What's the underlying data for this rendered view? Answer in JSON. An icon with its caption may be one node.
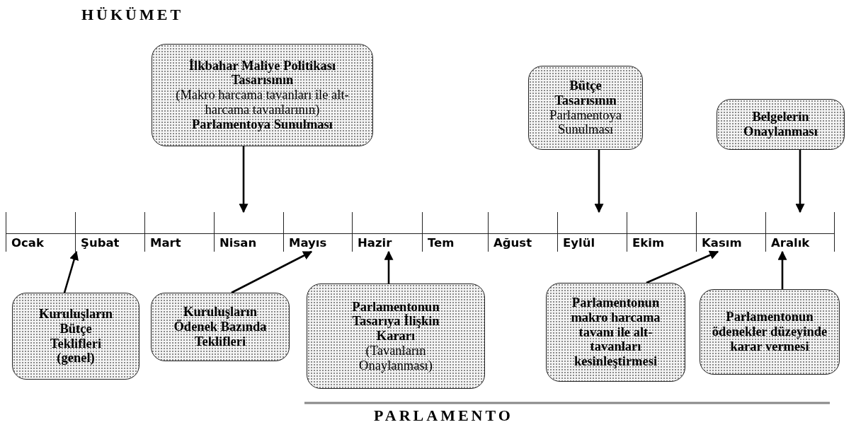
{
  "diagram": {
    "nodes": [
      {
        "text": [
          "İlkbahar Maliye Politikası Tasarısının",
          "(Makro harcama tavanları ile alt-harcama tavanlarının)",
          "Parlamentoya Sunulması"
        ]
      },
      {
        "text": [
          "Bütçe Tasarısının",
          "Parlamentoya Sunulması"
        ]
      },
      {
        "text": [
          "Belgelerin Onaylanması"
        ]
      },
      {
        "text": [
          "Ocak"
        ]
      },
      {
        "text": [
          "Şubat"
        ]
      },
      {
        "text": [
          "Mart"
        ]
      },
      {
        "text": [
          "Nisan"
        ]
      },
      {
        "text": [
          "Mayıs"
        ]
      },
      {
        "text": [
          "Hazir"
        ]
      },
      {
        "text": [
          "Tem"
        ]
      },
      {
        "text": [
          "Ağust"
        ]
      },
      {
        "text": [
          "Eylül"
        ]
      },
      {
        "text": [
          "Ekim"
        ]
      },
      {
        "text": [
          "Kasım"
        ]
      },
      {
        "text": [
          "Aralık"
        ]
      },
      {
        "text": [
          "Kuruluşların Bütçe Teklifleri (genel)"
        ]
      },
      {
        "text": [
          "Kuruluşların Ödenek Bazında Teklifleri"
        ]
      },
      {
        "text": [
          "Parlamentonun Tasarıya İlişkin Kararı",
          "(Tavanların Onaylanması)"
        ]
      },
      {
        "text": [
          "Parlamentonun makro harcama tavanı ile alt-tavanları kesinleştirmesi"
        ]
      },
      {
        "text": [
          "Parlamentonun ödenekler düzeyinde karar vermesi"
        ]
      }
    ],
    "edges": [
      {
        "from": 0,
        "to": 6,
        "arrow": "to"
      },
      {
        "from": 1,
        "to": 11,
        "arrow": "to"
      },
      {
        "from": 2,
        "to": 14,
        "arrow": "to"
      },
      {
        "from": 15,
        "to": 4,
        "arrow": "to"
      },
      {
        "from": 16,
        "to": 7,
        "arrow": "to"
      },
      {
        "from": 17,
        "to": 8,
        "arrow": "to"
      },
      {
        "from": 18,
        "to": 13,
        "arrow": "to"
      },
      {
        "from": 19,
        "to": 14,
        "arrow": "to"
      }
    ],
    "labels": [
      "HÜKÜMET",
      "PARLAMENTO"
    ]
  }
}
